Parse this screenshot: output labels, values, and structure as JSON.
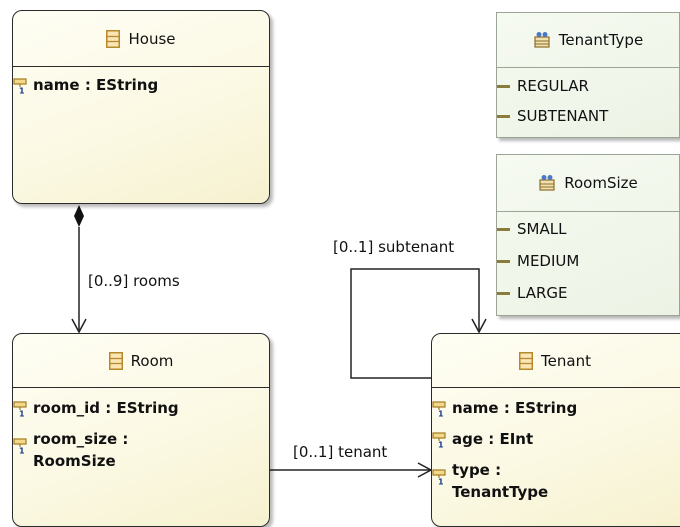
{
  "classes": {
    "house": {
      "name": "House",
      "attributes": [
        "name : EString"
      ]
    },
    "room": {
      "name": "Room",
      "attributes": [
        "room_id : EString",
        "room_size :",
        "RoomSize"
      ]
    },
    "tenant": {
      "name": "Tenant",
      "attributes": [
        "name : EString",
        "age : EInt",
        "type :",
        "TenantType"
      ]
    }
  },
  "enums": {
    "tenant_type": {
      "name": "TenantType",
      "literals": [
        "REGULAR",
        "SUBTENANT"
      ]
    },
    "room_size": {
      "name": "RoomSize",
      "literals": [
        "SMALL",
        "MEDIUM",
        "LARGE"
      ]
    }
  },
  "references": {
    "rooms": "[0..9] rooms",
    "subtenant": "[0..1] subtenant",
    "tenant": "[0..1] tenant"
  }
}
